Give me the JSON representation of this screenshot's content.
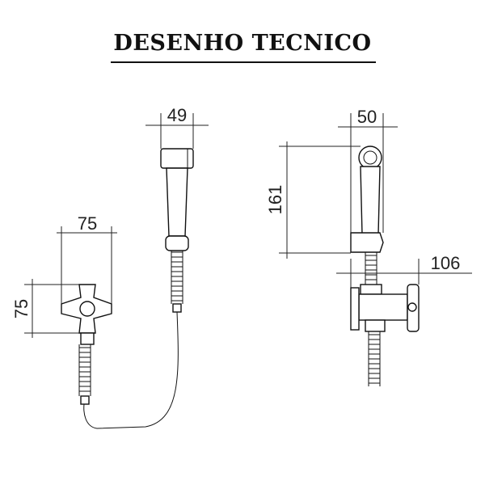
{
  "header": {
    "title": "DESENHO TECNICO"
  },
  "dimensions": {
    "spray_width": "49",
    "valve_width": "75",
    "valve_height": "75",
    "side_width": "50",
    "side_height": "161",
    "side_depth": "106"
  },
  "colors": {
    "ink": "#111111",
    "paper": "#ffffff"
  }
}
